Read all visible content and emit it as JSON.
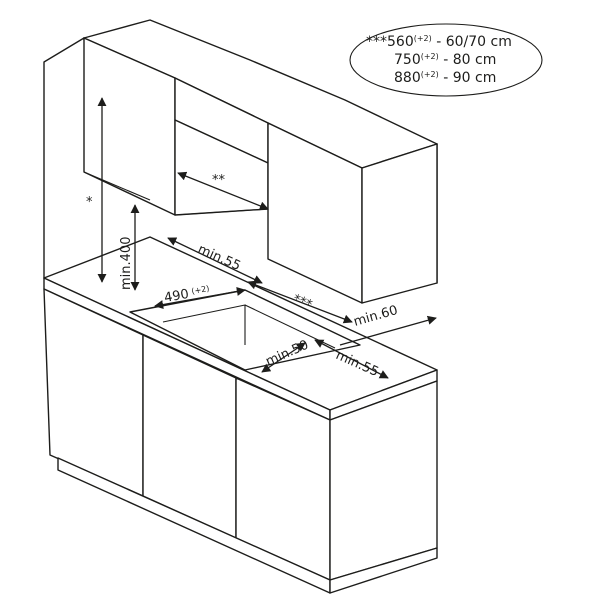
{
  "legend": {
    "row1_prefix": "***",
    "row1_value": "560",
    "row1_sup": "(+2)",
    "row1_suffix": " - 60/70 cm",
    "row2_value": "750",
    "row2_sup": "(+2)",
    "row2_suffix": " - 80 cm",
    "row3_value": "880",
    "row3_sup": "(+2)",
    "row3_suffix": " - 90 cm"
  },
  "dimensions": {
    "star_single": "*",
    "star_double": "**",
    "star_triple": "***",
    "min_400": "min.400",
    "min_55_back": "min.55",
    "cutout_490": "490",
    "cutout_490_sup": "(+2)",
    "min_60": "min.60",
    "min_50": "min.50",
    "min_55_front": "min.55"
  }
}
